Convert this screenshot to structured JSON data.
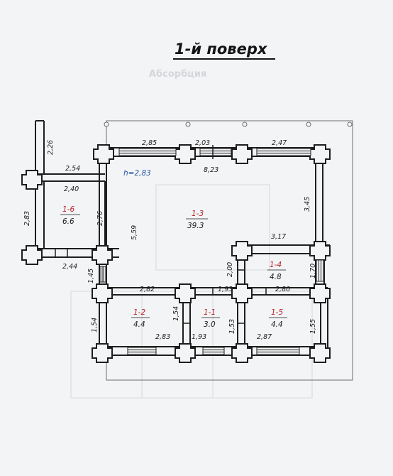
{
  "title": "1-й поверх",
  "header_watermark": "Абсорбция",
  "height_label": "h=2,83",
  "colors": {
    "ink": "#1e1e1e",
    "paper": "#f3f4f6",
    "room_id": "#b8242c",
    "height": "#2c58a8"
  },
  "rooms": {
    "r1_1": {
      "id": "1-1",
      "area": "3.0"
    },
    "r1_2": {
      "id": "1-2",
      "area": "4.4"
    },
    "r1_3": {
      "id": "1-3",
      "area": "39.3"
    },
    "r1_4": {
      "id": "1-4",
      "area": "4.8"
    },
    "r1_5": {
      "id": "1-5",
      "area": "4.4"
    },
    "r1_6": {
      "id": "1-6",
      "area": "6.6"
    }
  },
  "dims": {
    "top_win_left": "2,85",
    "top_win_mid": "2,03",
    "top_win_right": "2,47",
    "hall_width": "8,23",
    "porch_ext": "2,26",
    "porch_top": "2,54",
    "room6_width": "2,40",
    "room6_outer_height": "2,83",
    "room6_height": "2,76",
    "room6_bottom": "2,44",
    "hall_height": "5,59",
    "hall_right": "3,45",
    "room4_top": "3,17",
    "room4_left": "2,00",
    "room4_right": "1,70",
    "step_left": "1,45",
    "room2_top": "2,82",
    "room2_left": "1,54",
    "room2_bottom": "2,83",
    "room1_top": "1,93",
    "room1_left": "1,54",
    "room1_right": "1,53",
    "room1_bottom": "1,93",
    "room5_top": "2,80",
    "room5_right": "1,55",
    "room5_bottom": "2,87"
  }
}
